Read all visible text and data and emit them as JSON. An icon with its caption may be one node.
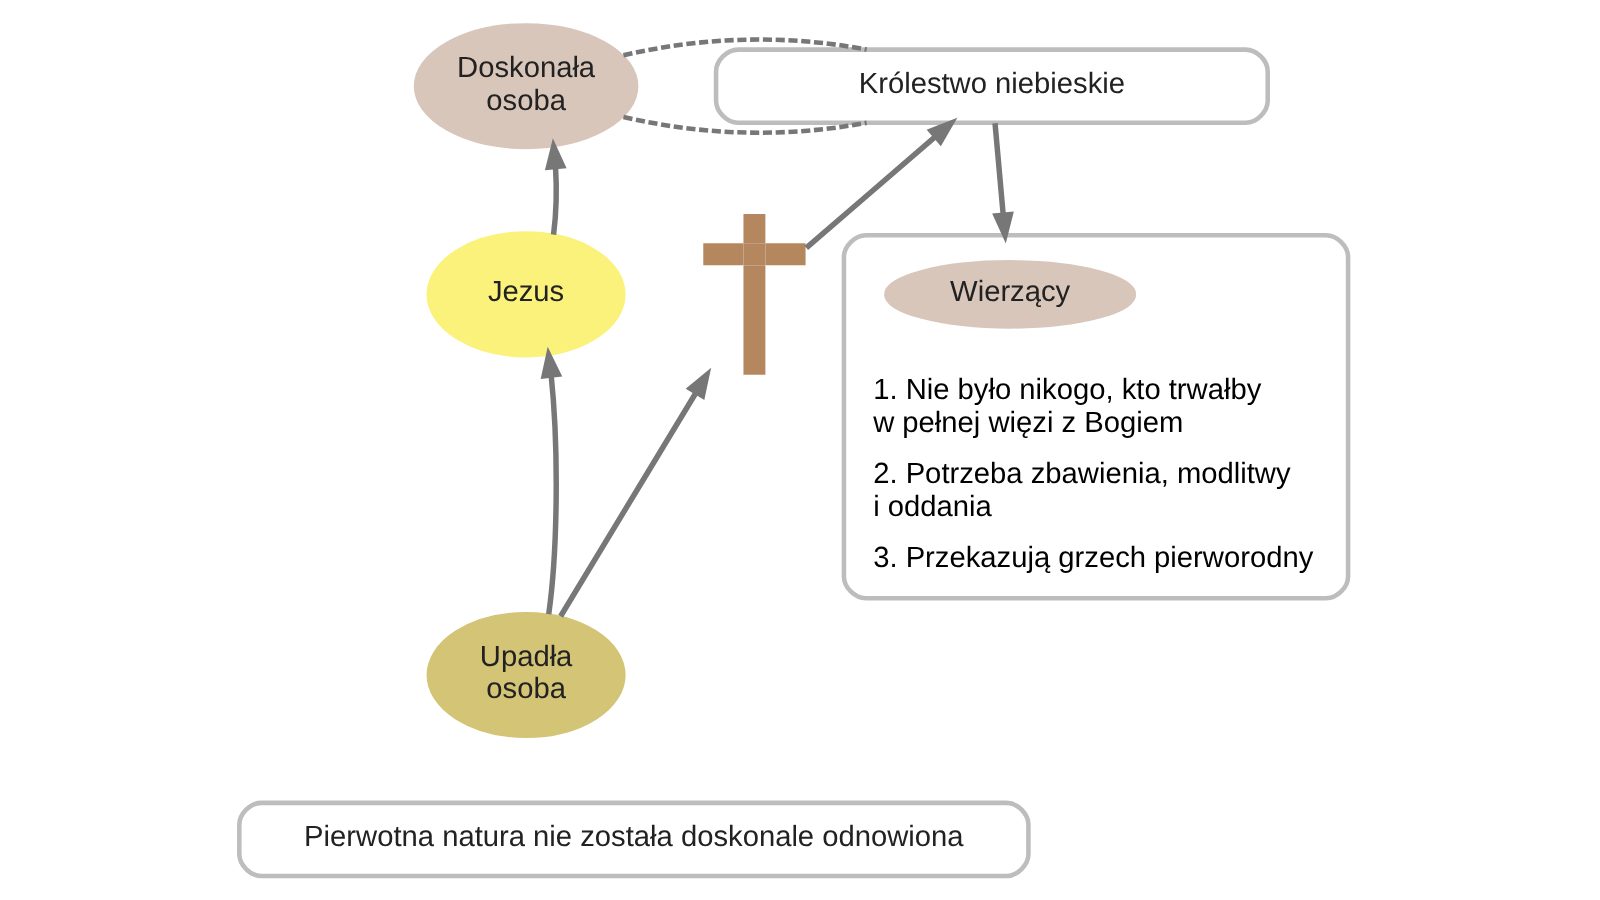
{
  "diagram": {
    "nodes": [
      {
        "text": [
          "Doskonała osoba"
        ]
      },
      {
        "text": [
          "Królestwo niebieskie"
        ]
      },
      {
        "text": [
          "Jezus"
        ]
      },
      {
        "text": [],
        "shape": "cross"
      },
      {
        "text": [
          "1. Nie było nikogo, kto trwałby w pełnej więzi z Bogiem",
          "2. Potrzeba zbawienia, modlitwy i oddania",
          "3. Przekazują grzech pierworodny"
        ]
      },
      {
        "text": [
          "Wierzący"
        ],
        "in": 4
      },
      {
        "text": [
          "Upadła osoba"
        ]
      },
      {
        "text": [
          "Pierwotna natura nie została doskonale odnowiona"
        ]
      }
    ],
    "edges": [
      {
        "from": 0,
        "to": 1,
        "arrow": "none",
        "style": "dashed"
      },
      {
        "from": 0,
        "to": 1,
        "arrow": "none",
        "style": "dashed"
      },
      {
        "from": 2,
        "to": 0,
        "arrow": "to"
      },
      {
        "from": 6,
        "to": 2,
        "arrow": "to"
      },
      {
        "from": 6,
        "to": 3,
        "arrow": "to"
      },
      {
        "from": 3,
        "to": 1,
        "arrow": "to"
      },
      {
        "from": 1,
        "to": 4,
        "arrow": "to"
      }
    ]
  }
}
